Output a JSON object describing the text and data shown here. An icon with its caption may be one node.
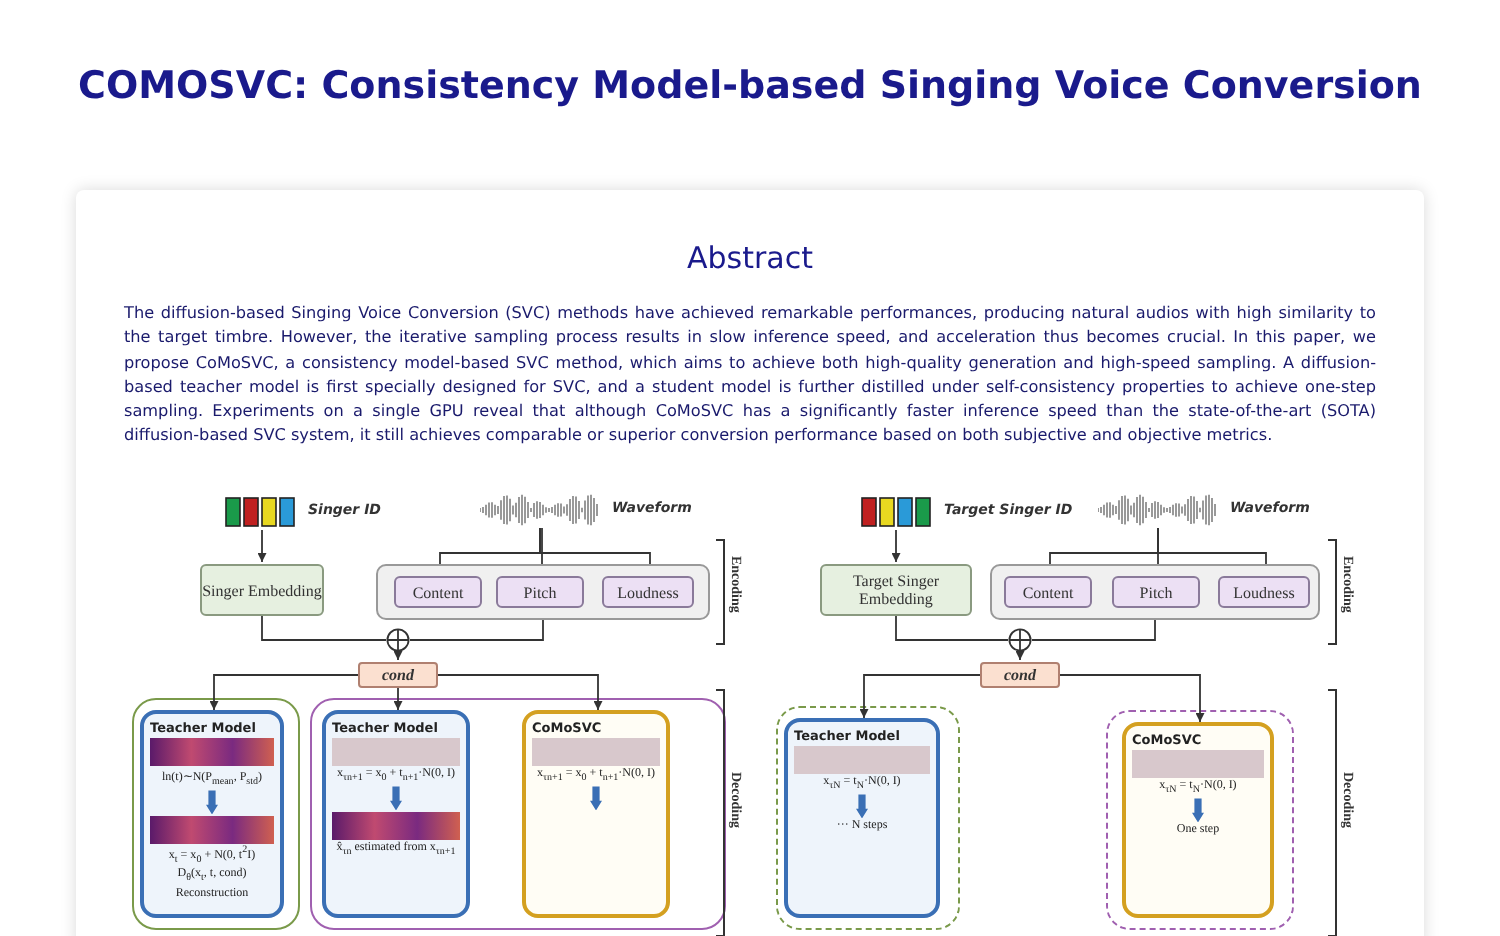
{
  "diagram": {
    "title": "COMOSVC: Consistency Model-based Singing Voice Conversion",
    "nodes": [
      {
        "text": [],
        "shape": "picture",
        "beside": [
          "Singer ID"
        ]
      },
      {
        "text": [
          "Singer Embedding"
        ]
      },
      {
        "text": [],
        "shape": "picture",
        "beside": [
          "Waveform"
        ]
      },
      {
        "text": [],
        "shape": "box"
      },
      {
        "text": [
          "Content"
        ],
        "in": 3
      },
      {
        "text": [
          "Pitch"
        ],
        "in": 3
      },
      {
        "text": [
          "Loudness"
        ],
        "in": 3
      },
      {
        "text": [],
        "shape": "circle"
      },
      {
        "text": [
          "cond"
        ]
      },
      {
        "text": [],
        "shape": "box"
      },
      {
        "text": [
          "Teacher Model",
          "ln(t)∼N(P$_{mean}$, P$_{std}$)",
          "x$_{t}$ = x$_{0}$ + N(0, t$^{2}$I)",
          "D$_{θ}$(x$_{t}$, t, cond)",
          "Reconstruction"
        ],
        "in": 9
      },
      {
        "text": [],
        "shape": "box"
      },
      {
        "text": [
          "Teacher Model",
          "x$_{τn+1}$ = x$_{0}$ + t$_{n+1}$·N(0, I)",
          "x̂$_{τn}$ estimated from x$_{τn+1}$"
        ],
        "in": 11
      },
      {
        "text": [
          "CoMoSVC",
          "x$_{τn+1}$ = x$_{0}$ + t$_{n+1}$·N(0, I)"
        ],
        "in": 11
      },
      {
        "text": [],
        "shape": "picture",
        "beside": [
          "Target Singer ID"
        ]
      },
      {
        "text": [
          "Target Singer Embedding"
        ]
      },
      {
        "text": [],
        "shape": "picture",
        "beside": [
          "Waveform"
        ]
      },
      {
        "text": [],
        "shape": "box"
      },
      {
        "text": [
          "Content"
        ],
        "in": 17
      },
      {
        "text": [
          "Pitch"
        ],
        "in": 17
      },
      {
        "text": [
          "Loudness"
        ],
        "in": 17
      },
      {
        "text": [],
        "shape": "circle"
      },
      {
        "text": [
          "cond"
        ]
      },
      {
        "text": [],
        "shape": "box"
      },
      {
        "text": [
          "Teacher Model",
          "x$_{τN}$ = t$_{N}$·N(0, I)",
          "··· N steps"
        ],
        "in": 23
      },
      {
        "text": [],
        "shape": "box"
      },
      {
        "text": [
          "CoMoSVC",
          "x$_{τN}$ = t$_{N}$·N(0, I)",
          "One step"
        ],
        "in": 25
      }
    ],
    "edges": [
      {
        "from": 0,
        "to": 1,
        "arrow": "to"
      },
      {
        "from": 2,
        "to": 4,
        "arrow": "to"
      },
      {
        "from": 2,
        "to": 5,
        "arrow": "to"
      },
      {
        "from": 2,
        "to": 6,
        "arrow": "to"
      },
      {
        "from": 1,
        "to": 7,
        "arrow": "none"
      },
      {
        "from": 3,
        "to": 7,
        "arrow": "none"
      },
      {
        "from": 7,
        "to": 8,
        "arrow": "to"
      },
      {
        "from": 8,
        "to": 10,
        "arrow": "to"
      },
      {
        "from": 8,
        "to": 12,
        "arrow": "to"
      },
      {
        "from": 8,
        "to": 13,
        "arrow": "to"
      },
      {
        "from": 14,
        "to": 15,
        "arrow": "to"
      },
      {
        "from": 16,
        "to": 18,
        "arrow": "to"
      },
      {
        "from": 16,
        "to": 19,
        "arrow": "to"
      },
      {
        "from": 16,
        "to": 20,
        "arrow": "to"
      },
      {
        "from": 15,
        "to": 21,
        "arrow": "none"
      },
      {
        "from": 17,
        "to": 21,
        "arrow": "none"
      },
      {
        "from": 21,
        "to": 22,
        "arrow": "to"
      },
      {
        "from": 22,
        "to": 24,
        "arrow": "to"
      },
      {
        "from": 22,
        "to": 26,
        "arrow": "to"
      }
    ],
    "labels": [
      "Abstract",
      "The diffusion-based Singing Voice Conversion (SVC) methods have achieved remarkable performances, producing natural audios with high similarity to the target timbre. However, the iterative sampling process results in slow inference speed, and acceleration thus becomes crucial. In this paper, we propose CoMoSVC, a consistency model-based SVC method, which aims to achieve both high-quality generation and high-speed sampling. A diffusion-based teacher model is first specially designed for SVC, and a student model is further distilled under self-consistency properties to achieve one-step sampling. Experiments on a single GPU reveal that although CoMoSVC has a significantly faster inference speed than the state-of-the-art (SOTA) diffusion-based SVC system, it still achieves comparable or superior conversion performance based on both subjective and objective metrics.",
      "Encoding",
      "Decoding",
      "Encoding",
      "Decoding"
    ]
  }
}
